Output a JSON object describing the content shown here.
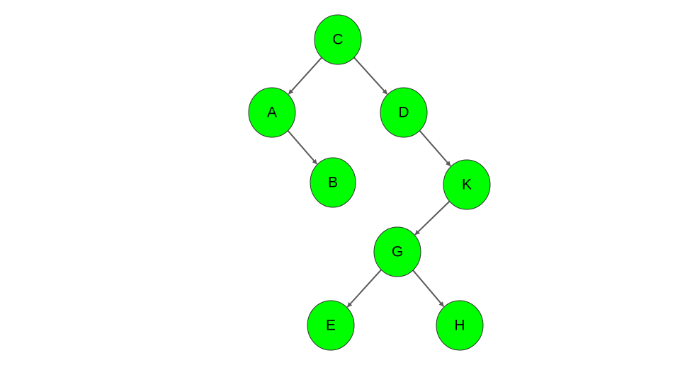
{
  "colors": {
    "node_fill": "#00ff00",
    "node_stroke": "#333333",
    "edge": "#595959",
    "label": "#000000"
  },
  "nodes": [
    {
      "id": "C",
      "label": "C"
    },
    {
      "id": "A",
      "label": "A"
    },
    {
      "id": "D",
      "label": "D"
    },
    {
      "id": "B",
      "label": "B"
    },
    {
      "id": "K",
      "label": "K"
    },
    {
      "id": "G",
      "label": "G"
    },
    {
      "id": "E",
      "label": "E"
    },
    {
      "id": "H",
      "label": "H"
    }
  ],
  "edges": [
    {
      "from": "C",
      "to": "A"
    },
    {
      "from": "C",
      "to": "D"
    },
    {
      "from": "A",
      "to": "B"
    },
    {
      "from": "D",
      "to": "K"
    },
    {
      "from": "K",
      "to": "G"
    },
    {
      "from": "G",
      "to": "E"
    },
    {
      "from": "G",
      "to": "H"
    }
  ]
}
